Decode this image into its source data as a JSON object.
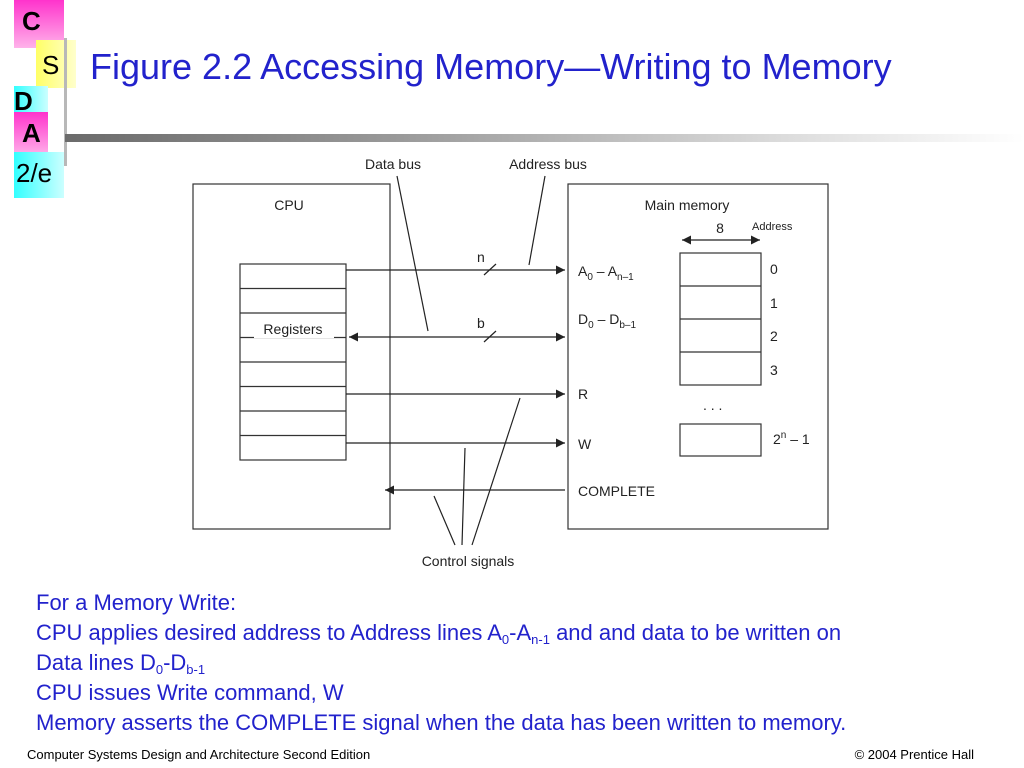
{
  "logo": {
    "c": "C",
    "s": "S",
    "d": "D",
    "a": "A",
    "edition": "2/e"
  },
  "title": "Figure 2.2 Accessing Memory—Writing to Memory",
  "diagram": {
    "data_bus": "Data bus",
    "address_bus": "Address bus",
    "cpu": "CPU",
    "registers": "Registers",
    "main_memory": "Main memory",
    "width_8": "8",
    "address": "Address",
    "n": "n",
    "b": "b",
    "a_line": {
      "base": "A",
      "sub0": "0",
      "dash": " – A",
      "sub1": "n–1"
    },
    "d_line": {
      "base": "D",
      "sub0": "0",
      "dash": " – D",
      "sub1": "b–1"
    },
    "r": "R",
    "w": "W",
    "complete": "COMPLETE",
    "addr_0": "0",
    "addr_1": "1",
    "addr_2": "2",
    "addr_3": "3",
    "ellipsis": ". . .",
    "addr_last": {
      "base": "2",
      "sup": "n",
      "rest": " – 1"
    },
    "control_signals": "Control signals"
  },
  "body": {
    "line1": "For a Memory Write:",
    "line2": {
      "t1": "CPU applies desired address to Address lines A",
      "s1": "0",
      "t2": "-A",
      "s2": "n-1",
      "t3": " and and data to be written on"
    },
    "line3": {
      "t1": "Data lines D",
      "s1": "0",
      "t2": "-D",
      "s2": "b-1"
    },
    "line4": "CPU issues Write command, W",
    "line5": "Memory asserts the COMPLETE signal when the data has been written to memory."
  },
  "footer": {
    "left": "Computer Systems Design and Architecture Second Edition",
    "right": "© 2004 Prentice Hall"
  },
  "colors": {
    "title": "#2222cc",
    "body": "#2222cc",
    "logo_pink": "#ff33cc",
    "logo_yellow": "#ffff66",
    "logo_cyan": "#33ffff"
  }
}
